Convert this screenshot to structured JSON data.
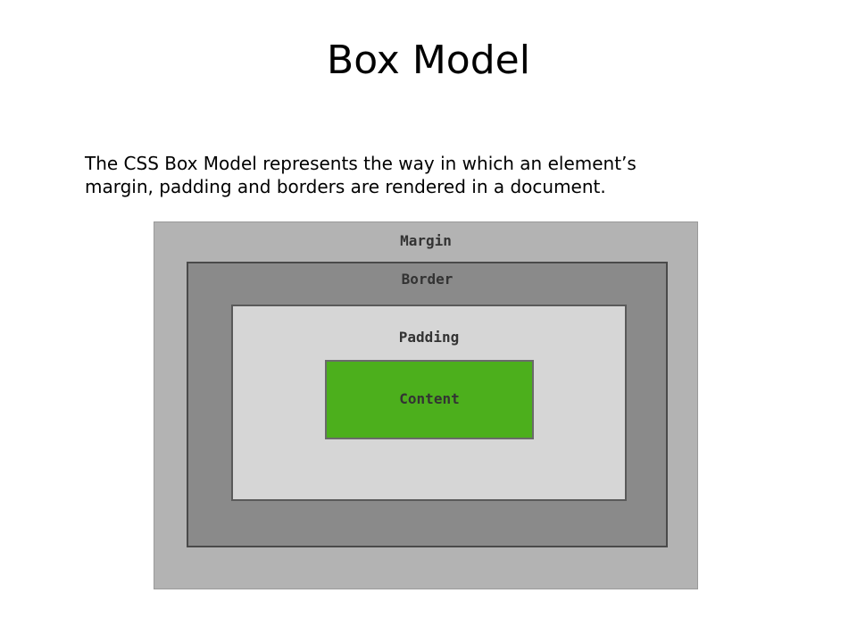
{
  "slide": {
    "title": "Box Model",
    "body_line_1": "The CSS Box Model represents the way in which an element’s",
    "body_line_2": "margin, padding and borders are rendered in a document."
  },
  "diagram": {
    "margin": {
      "label": "Margin",
      "color": "#b3b3b3"
    },
    "border": {
      "label": "Border",
      "color": "#8a8a8a"
    },
    "padding": {
      "label": "Padding",
      "color": "#d6d6d6"
    },
    "content": {
      "label": "Content",
      "color": "#4caf1c"
    }
  }
}
